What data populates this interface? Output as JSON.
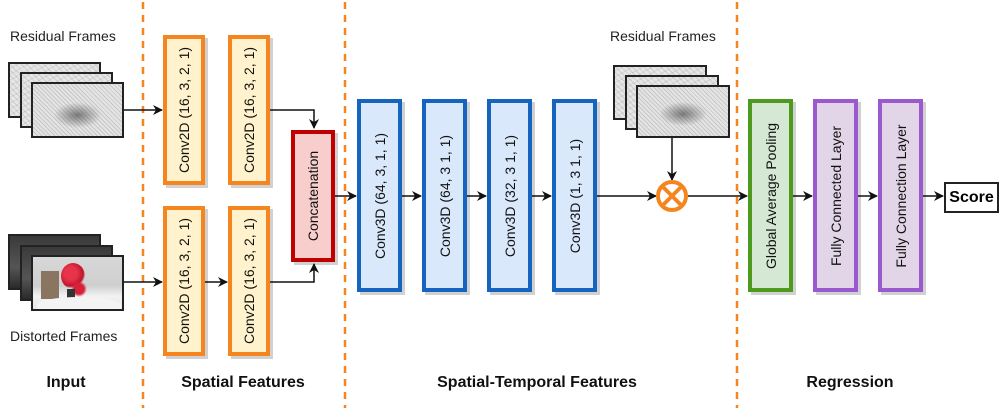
{
  "diagram": {
    "sections": [
      {
        "id": "input",
        "label": "Input"
      },
      {
        "id": "spatial",
        "label": "Spatial Features"
      },
      {
        "id": "spatial_temporal",
        "label": "Spatial-Temporal Features"
      },
      {
        "id": "regression",
        "label": "Regression"
      }
    ],
    "inputs": {
      "residual_frames_label": "Residual Frames",
      "distorted_frames_label": "Distorted Frames",
      "residual_frames_2_label": "Residual Frames"
    },
    "spatial": {
      "residual_branch": [
        "Conv2D (16, 3, 2, 1)",
        "Conv2D (16, 3, 2, 1)"
      ],
      "distorted_branch": [
        "Conv2D (16, 3, 2, 1)",
        "Conv2D (16, 3, 2, 1)"
      ],
      "merge": "Concatenation"
    },
    "spatial_temporal": {
      "layers": [
        "Conv3D (64, 3, 1, 1)",
        "Conv3D (64, 3 1, 1)",
        "Conv3D (32, 3 1, 1)",
        "Conv3D (1, 3 1, 1)"
      ],
      "operator": "multiply-icon"
    },
    "regression": {
      "layers": [
        "Global Average Pooling",
        "Fully Connected Layer",
        "Fully Connection Layer"
      ],
      "output": "Score"
    },
    "colors": {
      "separator": "#f5861f",
      "conv2d_border": "#f5861f",
      "conv2d_fill": "#fff2cc",
      "concat_border": "#c00000",
      "concat_fill": "#f8cecc",
      "conv3d_border": "#1565c0",
      "conv3d_fill": "#dae8fc",
      "pool_border": "#4d9a1e",
      "pool_fill": "#d5e8d4",
      "fc_border": "#9b59d0",
      "fc_fill": "#e1d5e7",
      "operator": "#f5861f"
    }
  }
}
